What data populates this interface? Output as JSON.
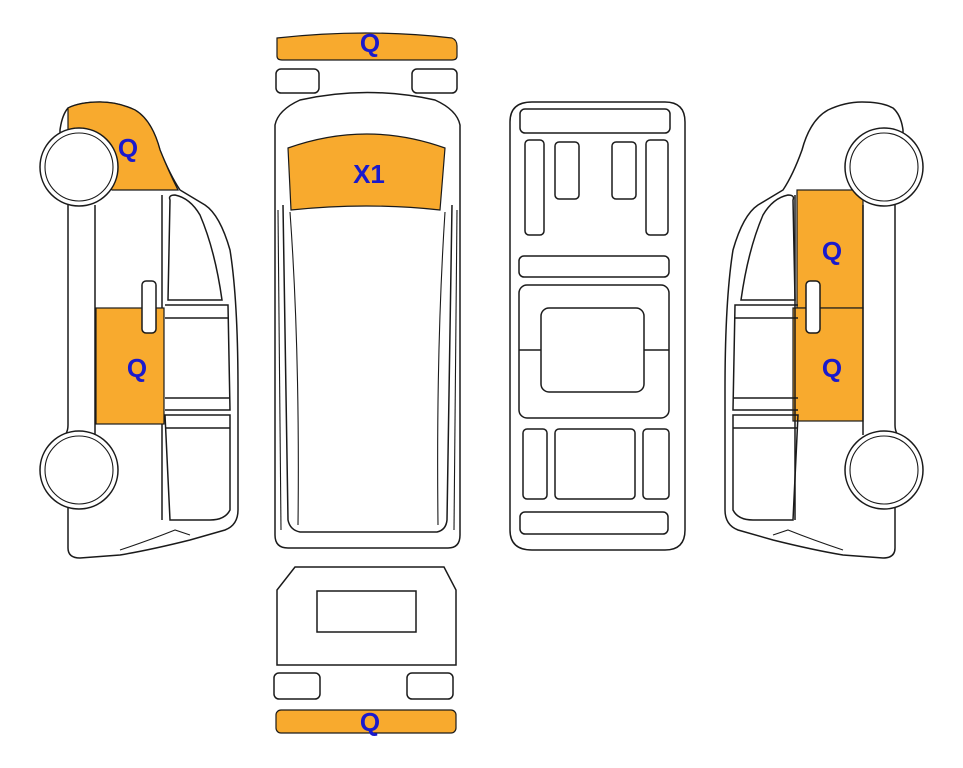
{
  "colors": {
    "damage_fill": "#F8AA2E",
    "mark_text": "#1A1ACC",
    "outline": "#1a1a1a"
  },
  "marks": {
    "front_bumper": "Q",
    "left_front_fender": "Q",
    "left_rear_door": "Q",
    "hood": "X1",
    "right_front_door": "Q",
    "right_rear_door": "Q",
    "rear_bumper": "Q"
  }
}
